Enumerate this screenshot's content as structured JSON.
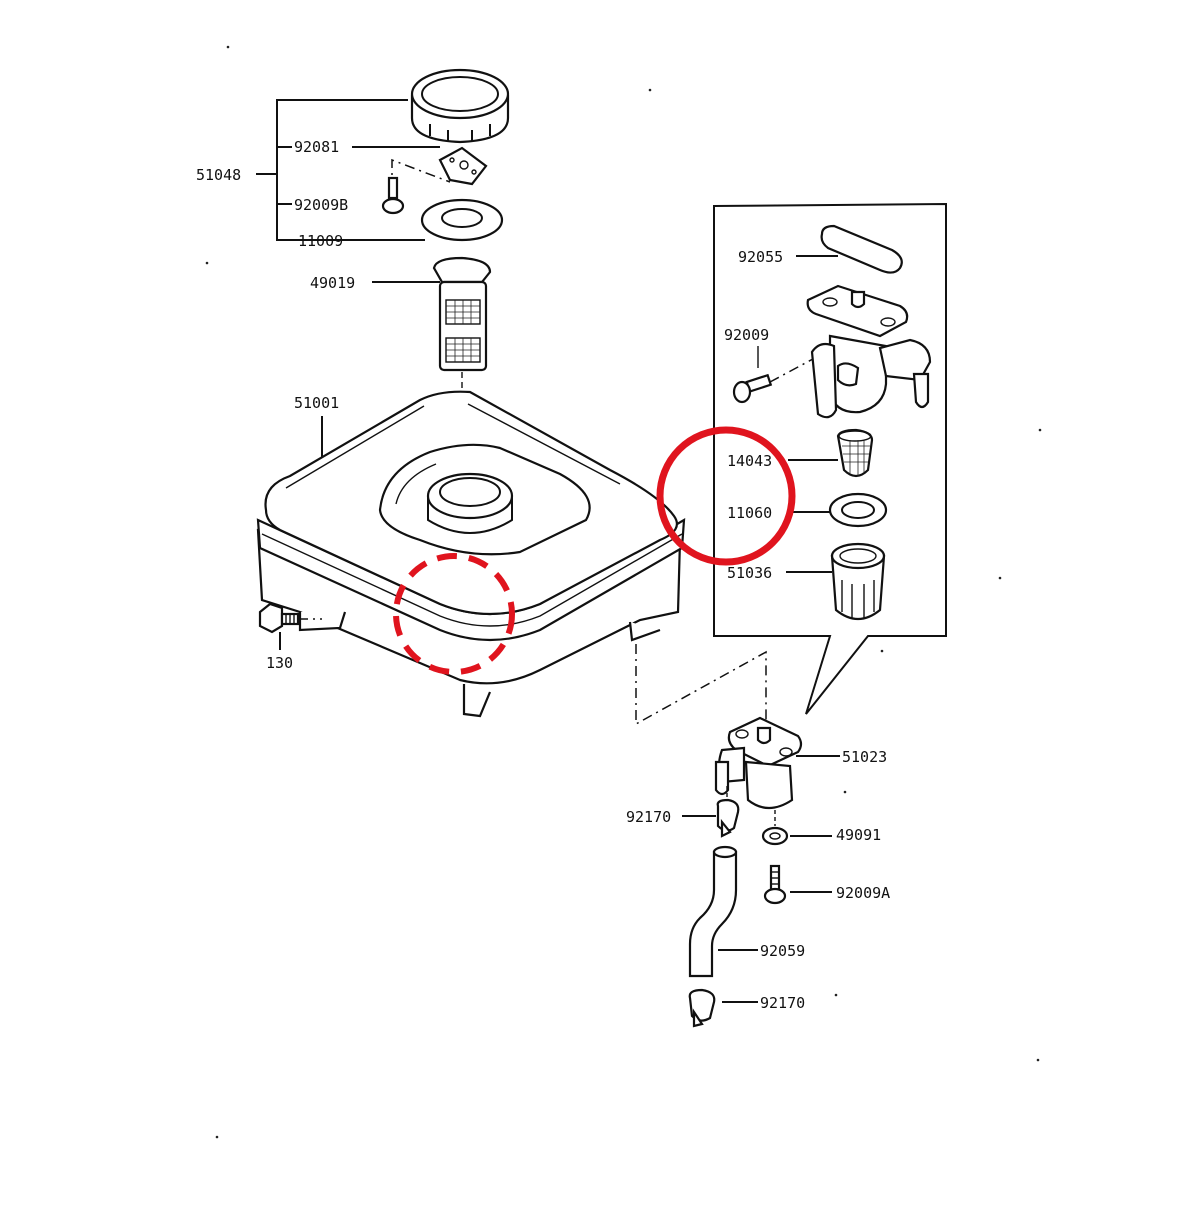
{
  "diagram": {
    "part_labels": {
      "cap_assembly": "51048",
      "cap_gasket_plate": "92081",
      "cap_screw": "92009B",
      "cap_seal": "11009",
      "tank_filter": "49019",
      "fuel_tank": "51001",
      "tank_bolt": "130",
      "valve_gasket": "92055",
      "valve_screw": "92009",
      "valve_strainer": "14043",
      "valve_washer": "11060",
      "valve_cup": "51036",
      "fuel_valve": "51023",
      "hose_clamp_top": "92170",
      "valve_washer_small": "49091",
      "valve_mount_screw": "92009A",
      "fuel_hose": "92059",
      "hose_clamp_bottom": "92170"
    },
    "highlight_color": "#e0141e",
    "line_color": "#111111"
  }
}
